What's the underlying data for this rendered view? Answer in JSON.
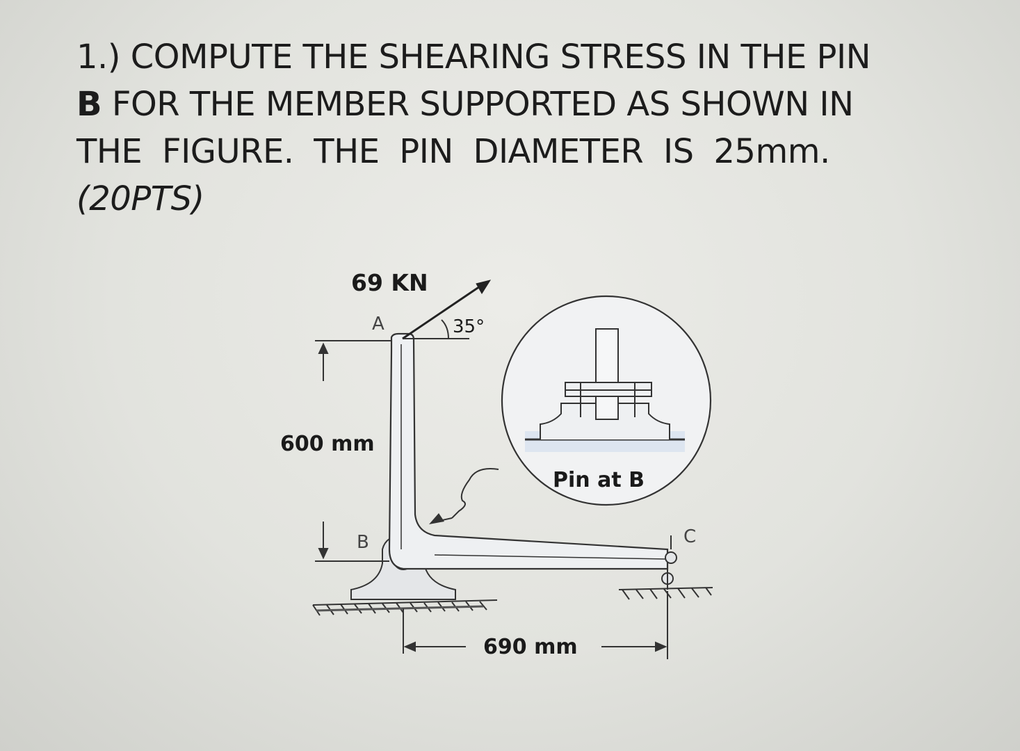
{
  "question": {
    "line1": "1.) COMPUTE THE SHEARING STRESS IN THE PIN",
    "line2_bold": "B",
    "line2_rest": " FOR THE MEMBER SUPPORTED AS SHOWN IN",
    "line3": "THE FIGURE. THE PIN DIAMETER IS 25mm.",
    "line4": "(20PTS)"
  },
  "figure": {
    "force_label": "69 KN",
    "angle_label": "35°",
    "point_a": "A",
    "point_b": "B",
    "point_c": "C",
    "height_dim": "600 mm",
    "width_dim": "690 mm",
    "detail_label": "Pin at B"
  }
}
